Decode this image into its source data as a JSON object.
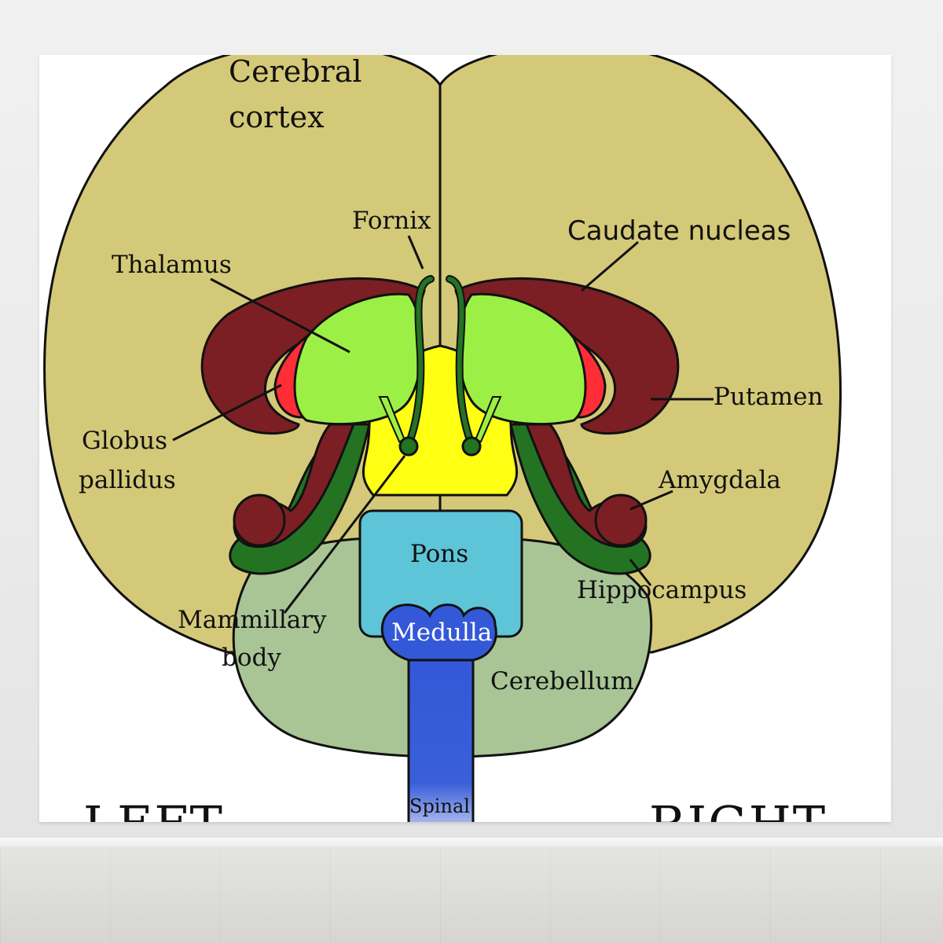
{
  "labels": {
    "cerebral_cortex_line1": "Cerebral",
    "cerebral_cortex_line2": "cortex",
    "fornix": "Fornix",
    "caudate_nucleus": "Caudate nucleas",
    "thalamus": "Thalamus",
    "putamen": "Putamen",
    "globus_pallidus_line1": "Globus",
    "globus_pallidus_line2": "pallidus",
    "amygdala": "Amygdala",
    "pons": "Pons",
    "hippocampus": "Hippocampus",
    "mammillary_line1": "Mammillary",
    "mammillary_line2": "body",
    "medulla": "Medulla",
    "cerebellum": "Cerebellum",
    "spinal": "Spinal",
    "left": "LEFT",
    "right": "RIGHT"
  },
  "colors": {
    "cortex": "#d4c978",
    "caudate": "#7b1f24",
    "putamen": "#ff2d35",
    "thalamus": "#9cf045",
    "hippocampus": "#237323",
    "ventricle": "#ffff14",
    "pons": "#5ec4d8",
    "medulla": "#3358d8",
    "cerebellum": "#a9c596",
    "outline": "#111111"
  }
}
